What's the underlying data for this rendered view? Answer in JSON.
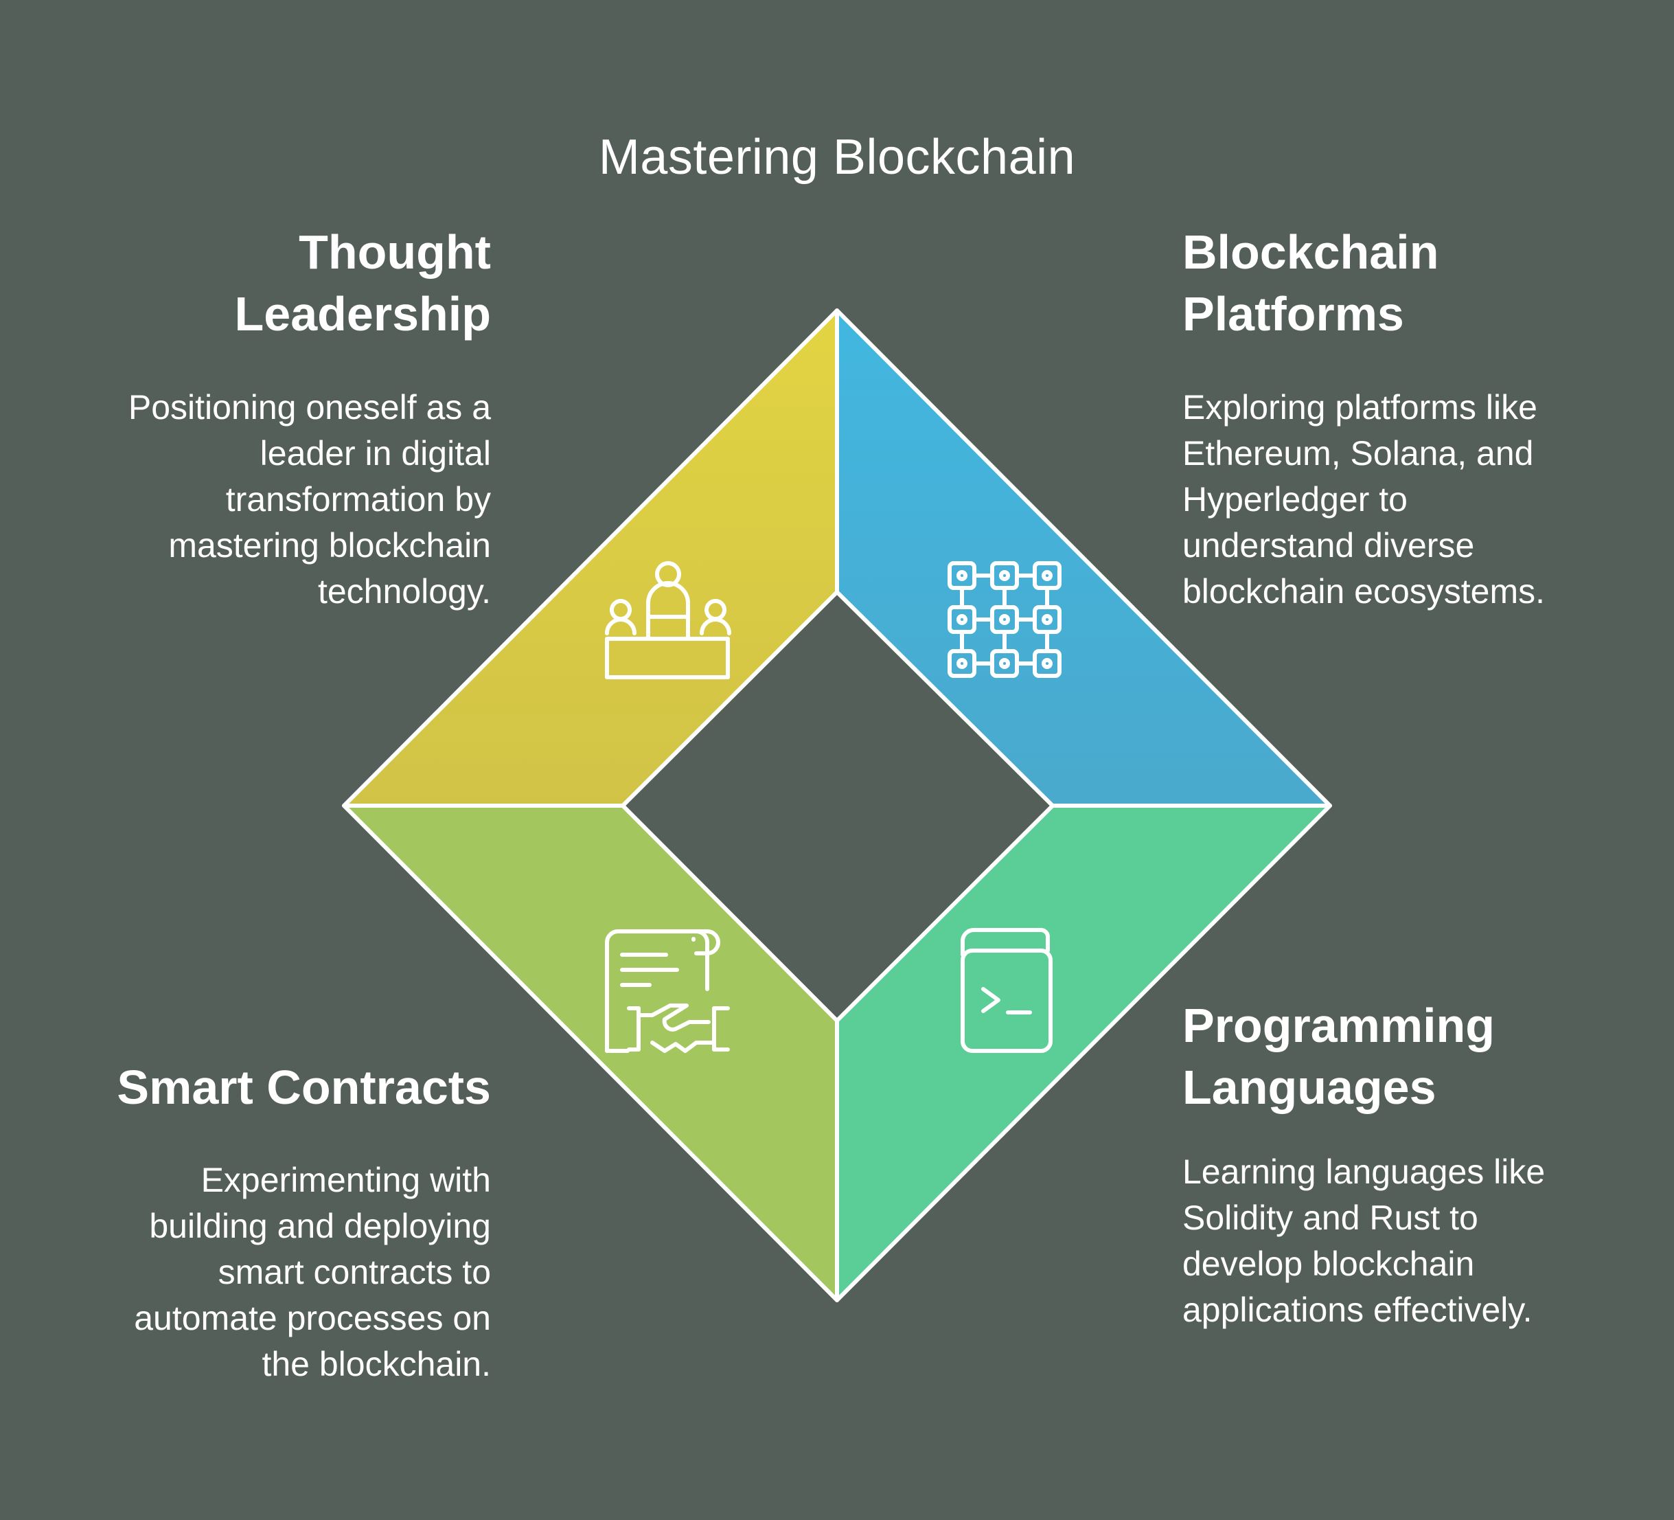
{
  "title": "Mastering Blockchain",
  "colors": {
    "background": "#555f59",
    "thought_leadership": "#dccd44",
    "blockchain_platforms": "#46b0d8",
    "smart_contracts": "#a3c75e",
    "programming_languages": "#5bcd96",
    "outline": "#ffffff"
  },
  "sections": {
    "thought_leadership": {
      "heading": [
        "Thought",
        "Leadership"
      ],
      "description": [
        "Positioning oneself as a",
        "leader in digital",
        "transformation by",
        "mastering blockchain",
        "technology."
      ],
      "icon": "podium-people-icon"
    },
    "blockchain_platforms": {
      "heading": [
        "Blockchain",
        "Platforms"
      ],
      "description": [
        "Exploring platforms like",
        "Ethereum, Solana, and",
        "Hyperledger to",
        "understand diverse",
        "blockchain ecosystems."
      ],
      "icon": "blockchain-grid-icon"
    },
    "smart_contracts": {
      "heading": [
        "Smart Contracts"
      ],
      "description": [
        "Experimenting with",
        "building and deploying",
        "smart contracts to",
        "automate processes on",
        "the blockchain."
      ],
      "icon": "contract-handshake-icon"
    },
    "programming_languages": {
      "heading": [
        "Programming",
        "Languages"
      ],
      "description": [
        "Learning languages like",
        "Solidity and Rust to",
        "develop blockchain",
        "applications effectively."
      ],
      "icon": "code-book-icon"
    }
  }
}
